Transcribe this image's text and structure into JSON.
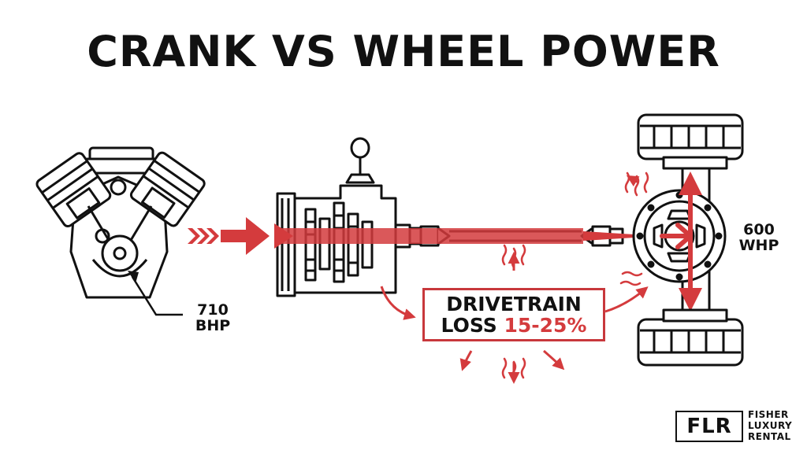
{
  "title": "CRANK VS WHEEL POWER",
  "crank_power": {
    "value": "710",
    "unit": "BHP"
  },
  "wheel_power": {
    "value": "600",
    "unit": "WHP"
  },
  "drivetrain_loss": {
    "line1": "DRIVETRAIN",
    "line2_prefix": "LOSS",
    "percent": "15-25%"
  },
  "logo": {
    "mark": "FLR",
    "line1": "FISHER",
    "line2": "LUXURY",
    "line3": "RENTAL"
  },
  "colors": {
    "accent": "#d43b3d",
    "outline": "#111111"
  },
  "icons": [
    "v-engine-icon",
    "gearbox-icon",
    "driveshaft-icon",
    "rear-axle-icon",
    "heat-wave-icon",
    "wheel-icon"
  ]
}
